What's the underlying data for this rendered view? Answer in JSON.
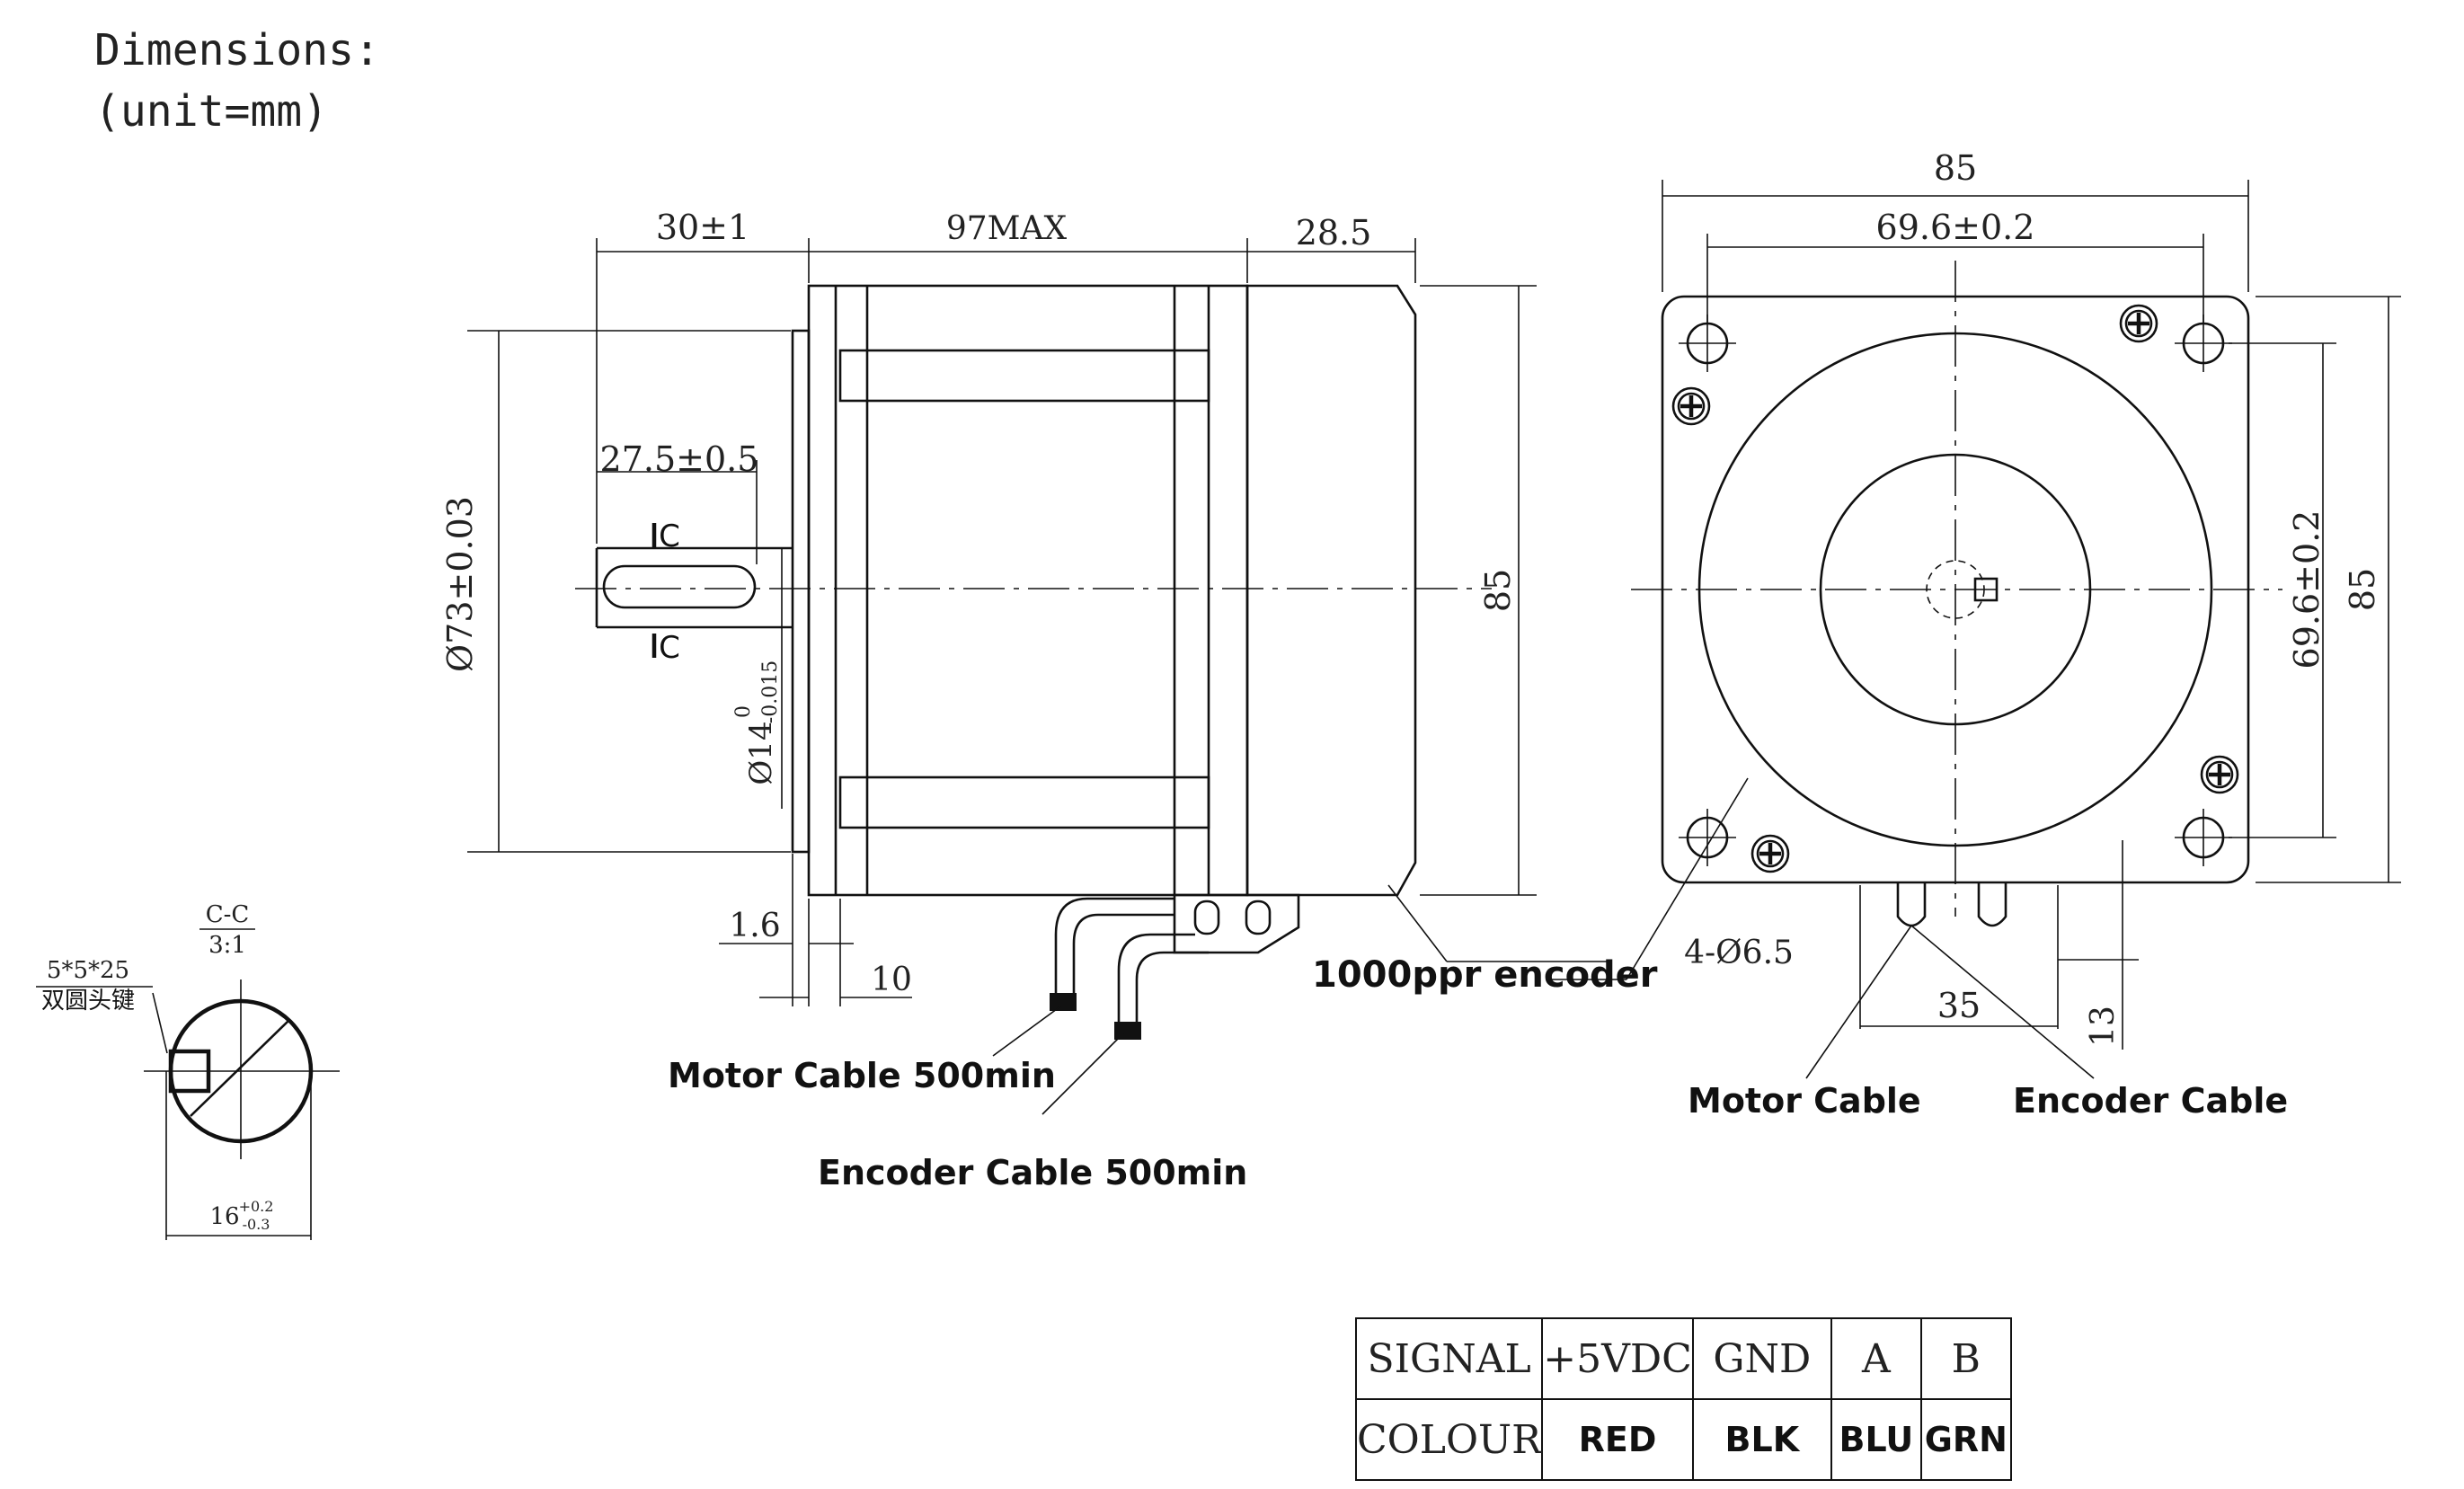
{
  "header": {
    "line1": "Dimensions:",
    "line2": "(unit=mm)"
  },
  "side_view": {
    "dim_shaft_len": "30±1",
    "dim_body_len": "97MAX",
    "dim_encoder_len": "28.5",
    "dim_flange_dia": "Ø73±0.03",
    "dim_key_len": "27.5±0.5",
    "section_mark": "C",
    "dim_shaft_dia_base": "Ø14",
    "dim_shaft_dia_tol_upper": "0",
    "dim_shaft_dia_tol_lower": "-0.015",
    "dim_height": "85",
    "dim_flange_thk": "1.6",
    "dim_pilot": "10",
    "label_encoder": "1000ppr encoder",
    "label_motor_cable": "Motor Cable 500min",
    "label_encoder_cable": "Encoder Cable 500min"
  },
  "front_view": {
    "dim_width": "85",
    "dim_bolt_spacing_h": "69.6±0.2",
    "dim_bolt_spacing_v": "69.6±0.2",
    "dim_height": "85",
    "dim_holes": "4-Ø6.5",
    "dim_cable_spacing": "35",
    "dim_cable_offset": "13",
    "label_motor_cable": "Motor Cable",
    "label_encoder_cable": "Encoder Cable"
  },
  "section_view": {
    "title": "C-C",
    "scale": "3:1",
    "key_spec": "5*5*25",
    "key_desc": "双圆头键",
    "dim_base": "16",
    "dim_tol_upper": "+0.2",
    "dim_tol_lower": "-0.3"
  },
  "signal_table": {
    "headers": [
      "SIGNAL",
      "+5VDC",
      "GND",
      "A",
      "B"
    ],
    "colours": [
      "COLOUR",
      "RED",
      "BLK",
      "BLU",
      "GRN"
    ]
  }
}
